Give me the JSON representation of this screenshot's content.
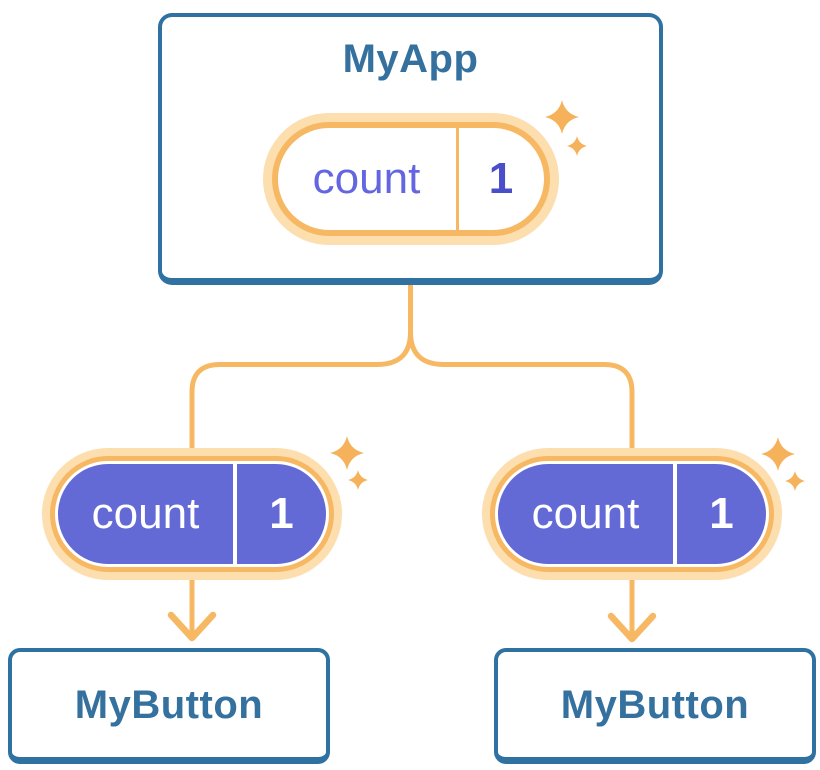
{
  "diagram": {
    "type": "component-tree",
    "colors": {
      "card_border": "#2F71A0",
      "card_text": "#35719E",
      "line_orange": "#F7B864",
      "halo_orange": "#FCDEAF",
      "sparkle_orange": "#F5B25A",
      "pill_purple": "#636AD6",
      "state_label_purple": "#6366E0",
      "state_value_purple": "#4A4EC9",
      "white": "#FFFFFF"
    },
    "icons": {
      "sparkle": "sparkle-icon",
      "arrow": "arrow-down-icon"
    },
    "root": {
      "title": "MyApp",
      "state": {
        "label": "count",
        "value": "1"
      }
    },
    "children": [
      {
        "title": "MyButton",
        "prop": {
          "label": "count",
          "value": "1"
        }
      },
      {
        "title": "MyButton",
        "prop": {
          "label": "count",
          "value": "1"
        }
      }
    ]
  }
}
